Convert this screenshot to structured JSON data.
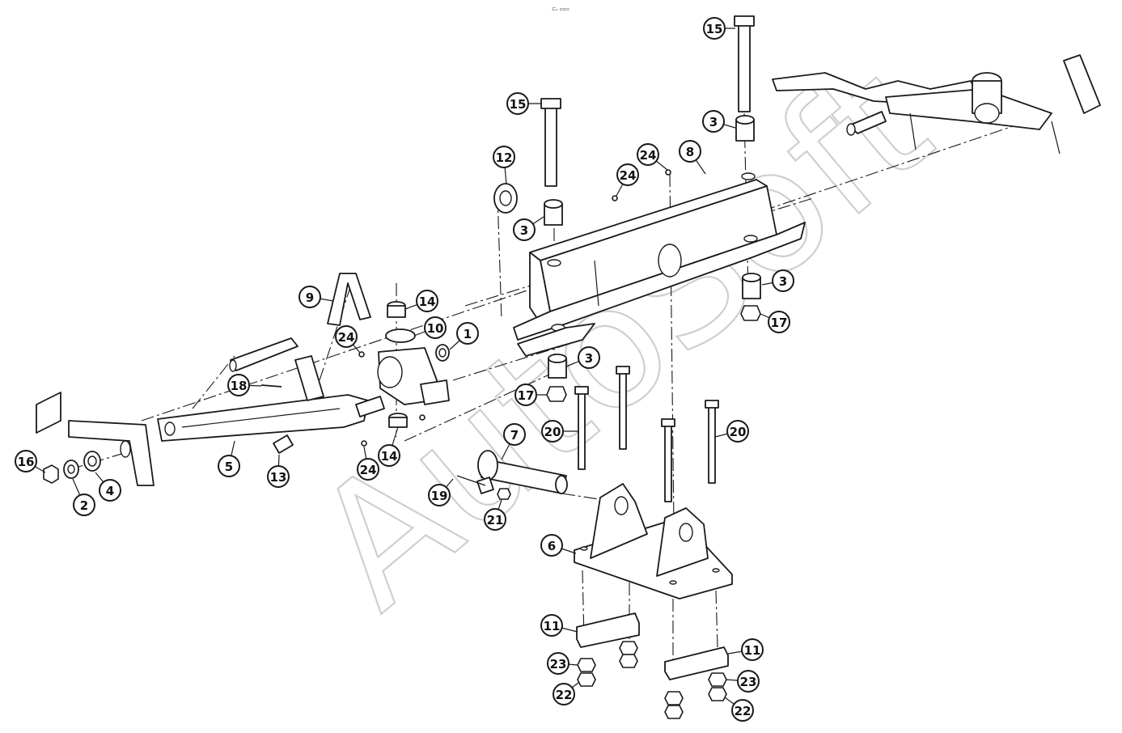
{
  "top_marker": "⊏ₒ ▫▫▫",
  "watermark": "AutoSoft",
  "callouts": [
    {
      "label": "1"
    },
    {
      "label": "2"
    },
    {
      "label": "3"
    },
    {
      "label": "3"
    },
    {
      "label": "3"
    },
    {
      "label": "3"
    },
    {
      "label": "4"
    },
    {
      "label": "5"
    },
    {
      "label": "6"
    },
    {
      "label": "7"
    },
    {
      "label": "8"
    },
    {
      "label": "9"
    },
    {
      "label": "10"
    },
    {
      "label": "11"
    },
    {
      "label": "11"
    },
    {
      "label": "12"
    },
    {
      "label": "13"
    },
    {
      "label": "14"
    },
    {
      "label": "14"
    },
    {
      "label": "15"
    },
    {
      "label": "15"
    },
    {
      "label": "16"
    },
    {
      "label": "17"
    },
    {
      "label": "17"
    },
    {
      "label": "18"
    },
    {
      "label": "19"
    },
    {
      "label": "20"
    },
    {
      "label": "20"
    },
    {
      "label": "21"
    },
    {
      "label": "22"
    },
    {
      "label": "22"
    },
    {
      "label": "23"
    },
    {
      "label": "23"
    },
    {
      "label": "24"
    },
    {
      "label": "24"
    },
    {
      "label": "24"
    },
    {
      "label": "24"
    }
  ]
}
